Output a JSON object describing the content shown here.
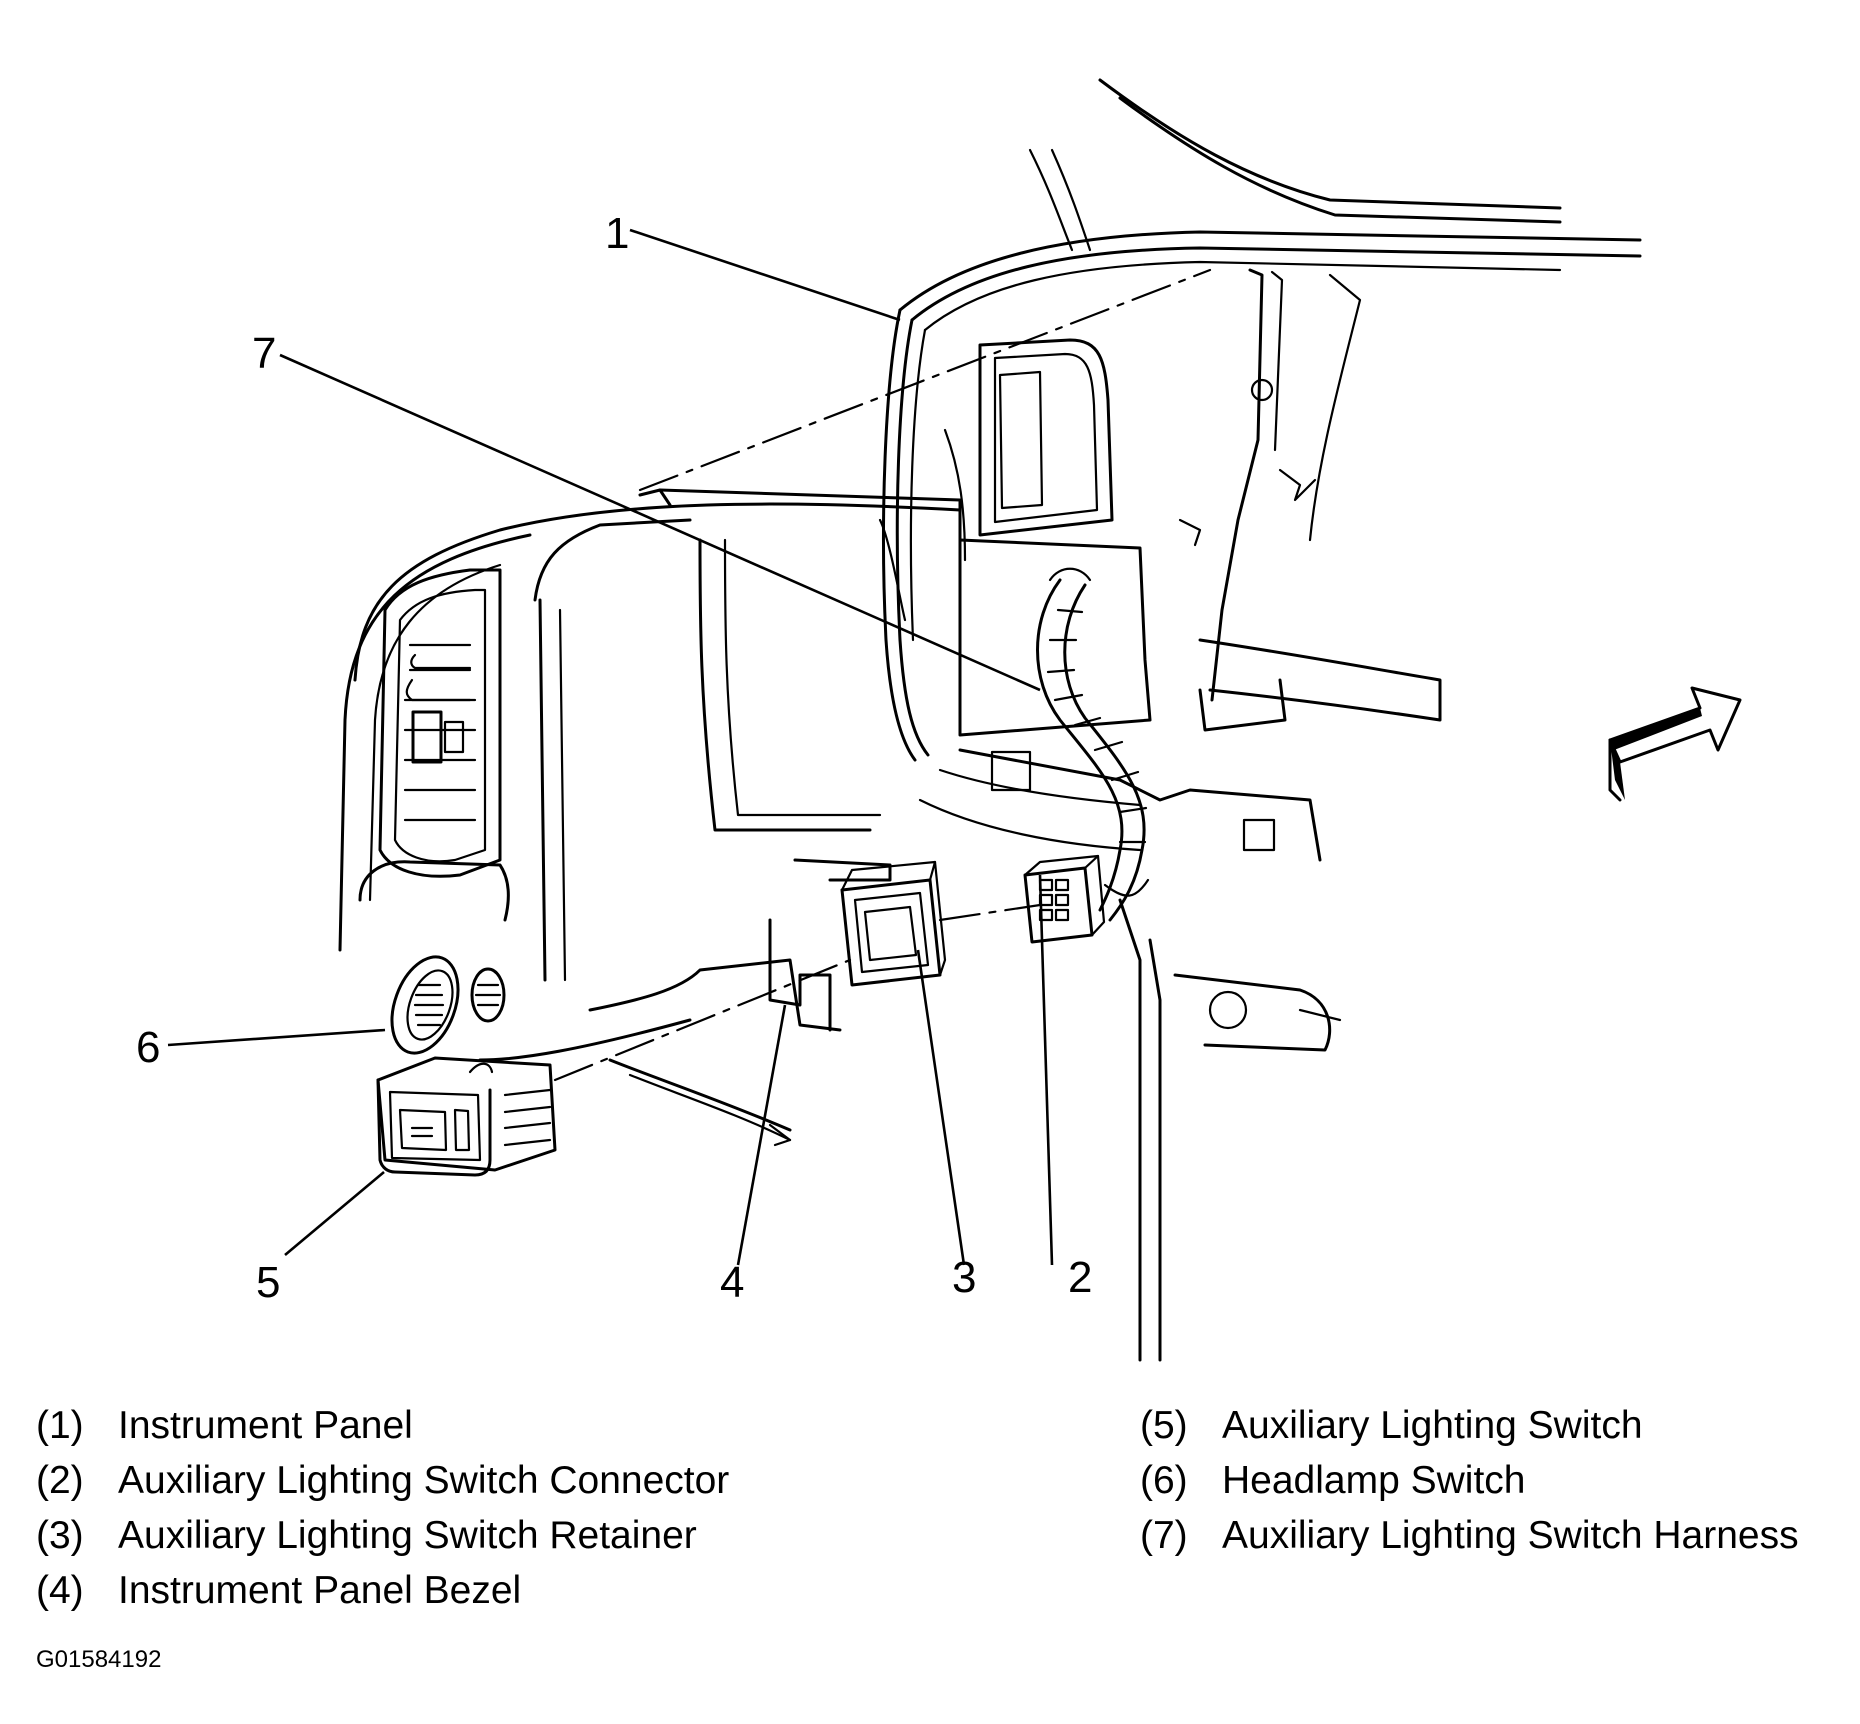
{
  "callouts": [
    "1",
    "2",
    "3",
    "4",
    "5",
    "6",
    "7"
  ],
  "legend": {
    "left": [
      {
        "num": "(1)",
        "label": "Instrument Panel"
      },
      {
        "num": "(2)",
        "label": "Auxiliary Lighting Switch Connector"
      },
      {
        "num": "(3)",
        "label": "Auxiliary Lighting Switch Retainer"
      },
      {
        "num": "(4)",
        "label": "Instrument Panel Bezel"
      }
    ],
    "right": [
      {
        "num": "(5)",
        "label": "Auxiliary Lighting Switch"
      },
      {
        "num": "(6)",
        "label": "Headlamp Switch"
      },
      {
        "num": "(7)",
        "label": "Auxiliary Lighting Switch Harness"
      }
    ]
  },
  "figure_id": "G01584192",
  "icons": [
    "direction-arrow-icon"
  ]
}
